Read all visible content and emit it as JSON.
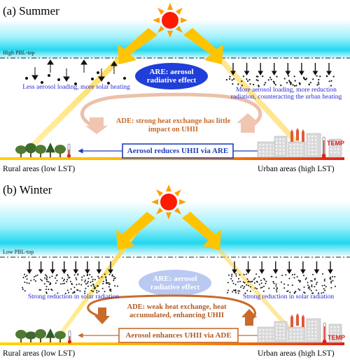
{
  "summer": {
    "title": "(a) Summer",
    "pbl_label": "High PBL-top",
    "rural_note": "Less aerosol loading, more solar heating",
    "urban_note": "More aerosol loading, more reduction radiation, counteracting the urban heating",
    "are_label": "ARE: aerosol radiative effect",
    "ade_label": "ADE: strong heat exchange has little impact on UHII",
    "box_label": "Aerosol reduces UHII via ARE",
    "rural_label": "Rural areas (low LST)",
    "urban_label": "Urban areas (high LST)",
    "temp_label": "TEMP"
  },
  "winter": {
    "title": "(b) Winter",
    "pbl_label": "Low PBL-top",
    "rural_note": "Strong reduction in solar radiation",
    "urban_note": "Strong reduction in solar radiation",
    "are_label": "ARE: aerosol radiative effect",
    "ade_label": "ADE: weak heat exchange, heat accumulated, enhancing UHII",
    "box_label": "Aerosol  enhances UHII via ADE",
    "rural_label": "Rural areas (low LST)",
    "urban_label": "Urban areas (high LST)",
    "temp_label": "TEMP"
  },
  "colors": {
    "sky_cyan": "#22d8f0",
    "sun_red": "#ff1a00",
    "sun_ray": "#ffa000",
    "beam": "#ffd23c",
    "are_summer": "#1f3fd8",
    "are_winter": "#b9c9f2",
    "ade_orange": "#c86a2a",
    "box_blue": "#1f3fb8",
    "temp_red": "#d8241c"
  }
}
